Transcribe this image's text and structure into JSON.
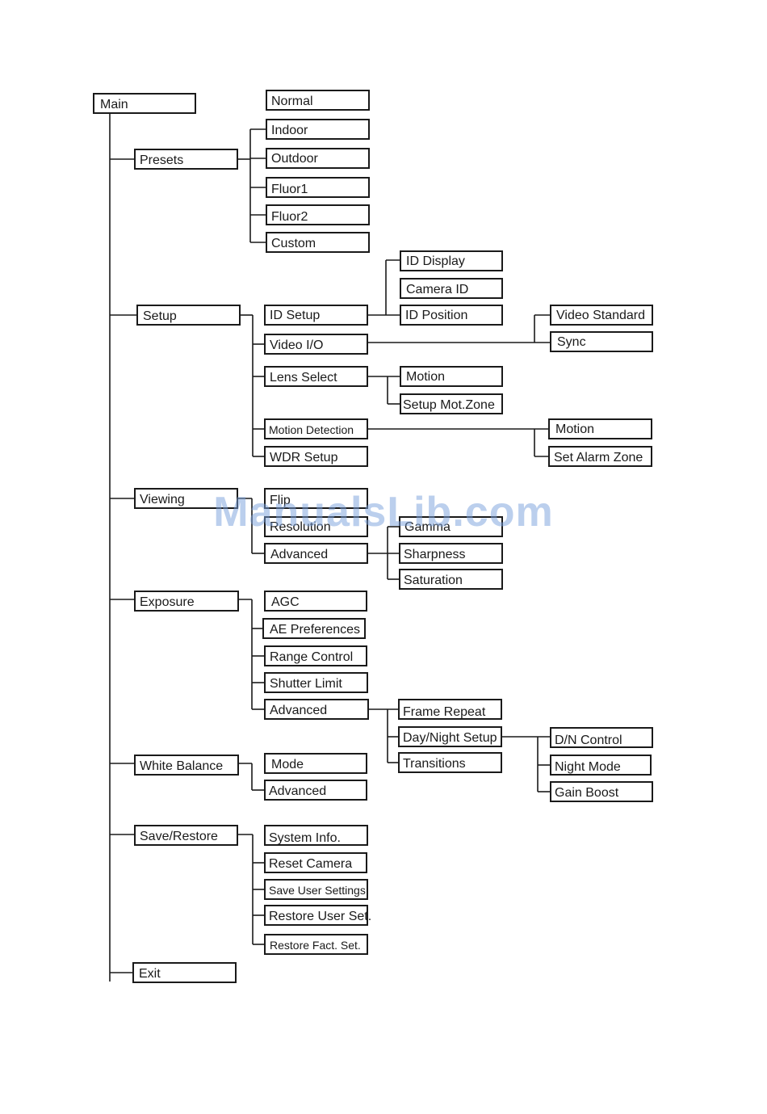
{
  "watermark": "ManualsLib.com",
  "menu": {
    "main": "Main",
    "presets": {
      "label": "Presets",
      "items": [
        "Normal",
        "Indoor",
        "Outdoor",
        "Fluor1",
        "Fluor2",
        "Custom"
      ]
    },
    "setup": {
      "label": "Setup",
      "id_setup": {
        "label": "ID Setup",
        "items": [
          "ID Display",
          "Camera ID",
          "ID Position"
        ]
      },
      "video_io": {
        "label": "Video I/O",
        "items": [
          "Video Standard",
          "Sync"
        ]
      },
      "lens_select": {
        "label": "Lens Select",
        "items": [
          "Motion",
          "Setup Mot.Zone"
        ]
      },
      "motion_detection": {
        "label": "Motion Detection",
        "items": [
          "Motion",
          "Set Alarm Zone"
        ]
      },
      "wdr_setup": "WDR Setup"
    },
    "viewing": {
      "label": "Viewing",
      "flip": "Flip",
      "resolution": "Resolution",
      "advanced": {
        "label": "Advanced",
        "items": [
          "Gamma",
          "Sharpness",
          "Saturation"
        ]
      }
    },
    "exposure": {
      "label": "Exposure",
      "items": [
        "AGC",
        "AE Preferences",
        "Range Control",
        "Shutter Limit"
      ],
      "advanced": {
        "label": "Advanced",
        "frame_repeat": "Frame Repeat",
        "day_night": {
          "label": "Day/Night Setup",
          "items": [
            "D/N Control",
            "Night Mode",
            "Gain Boost"
          ]
        },
        "transitions": "Transitions"
      }
    },
    "white_balance": {
      "label": "White Balance",
      "items": [
        "Mode",
        "Advanced"
      ]
    },
    "save_restore": {
      "label": "Save/Restore",
      "items": [
        "System Info.",
        "Reset Camera",
        "Save User Settings",
        "Restore User Set.",
        "Restore Fact. Set."
      ]
    },
    "exit": "Exit"
  }
}
